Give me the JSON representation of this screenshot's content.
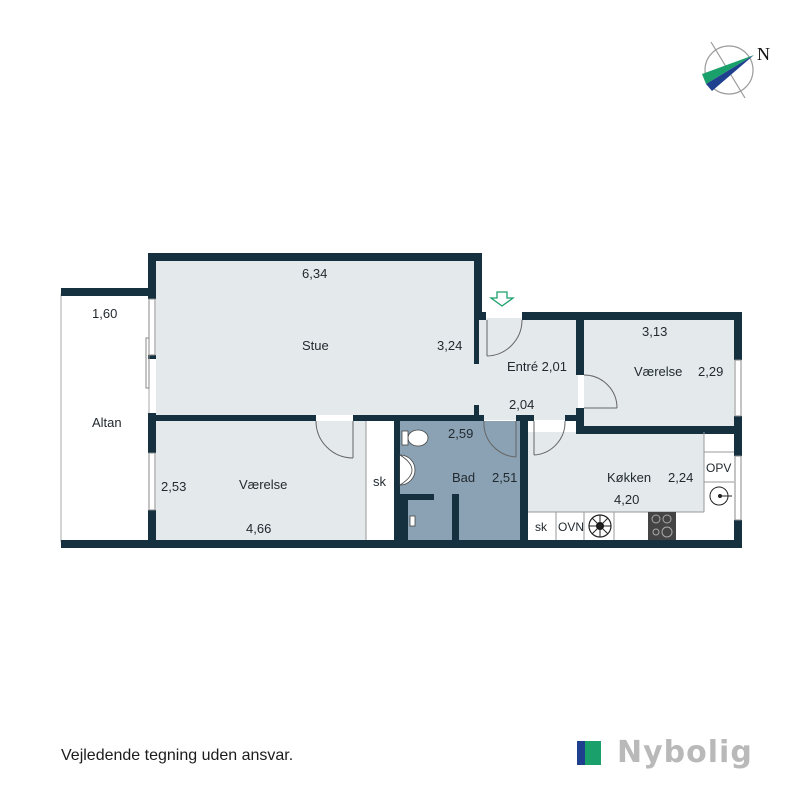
{
  "compass": {
    "label": "N",
    "icon": "compass-icon"
  },
  "rooms": [
    {
      "id": "altan",
      "name": "Altan",
      "dims": [
        "1,60"
      ]
    },
    {
      "id": "stue",
      "name": "Stue",
      "dims": [
        "6,34",
        "3,24"
      ]
    },
    {
      "id": "entre",
      "name": "Entré 2,01",
      "dims": [
        "2,04"
      ]
    },
    {
      "id": "vaerelse-1",
      "name": "Værelse",
      "dims": [
        "3,13",
        "2,29"
      ]
    },
    {
      "id": "vaerelse-2",
      "name": "Værelse",
      "dims": [
        "2,53",
        "4,66"
      ]
    },
    {
      "id": "bad",
      "name": "Bad",
      "dims": [
        "2,59",
        "2,51"
      ]
    },
    {
      "id": "koekken",
      "name": "Køkken",
      "dims": [
        "2,24",
        "4,20"
      ]
    }
  ],
  "fixtures": {
    "closet_1": "sk",
    "closet_2": "sk",
    "oven": "OVN",
    "dishwasher": "OPV"
  },
  "colors": {
    "wall": "#15303f",
    "floor": "#e4e9ec",
    "bath_floor": "#8aa2b3",
    "entrance_arrow": "#1aa06a",
    "brand_blue": "#1f3f8f",
    "brand_green": "#1aa06a",
    "brand_text": "#b9b9b9"
  },
  "footer": {
    "disclaimer": "Vejledende tegning uden ansvar.",
    "brand": "Nybolig"
  }
}
